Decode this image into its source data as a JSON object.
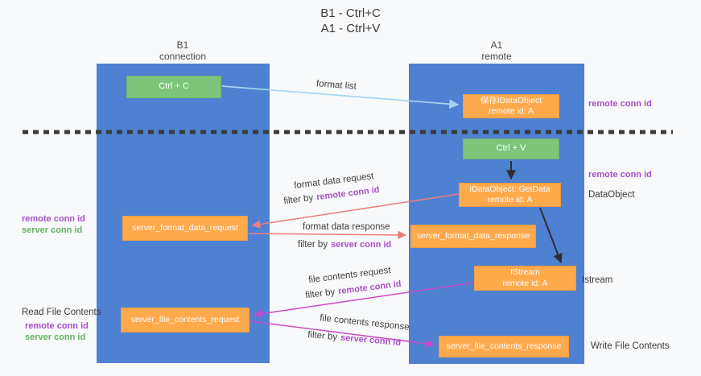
{
  "title": {
    "line1": "B1 - Ctrl+C",
    "line2": "A1 - Ctrl+V"
  },
  "columns": {
    "left": {
      "name": "B1",
      "role": "connection"
    },
    "right": {
      "name": "A1",
      "role": "remote"
    }
  },
  "nodes": {
    "ctrl_c": {
      "label": "Ctrl + C"
    },
    "save_dataobject": {
      "line1": "保存IDataObject",
      "line2": "remote id: A"
    },
    "ctrl_v": {
      "label": "Ctrl + V"
    },
    "getdata": {
      "line1": "IDataObject::GetData",
      "line2": "remote id: A"
    },
    "format_request": {
      "label": "server_format_data_request"
    },
    "format_response": {
      "label": "server_format_data_response"
    },
    "istream": {
      "line1": "IStream",
      "line2": "remote id: A"
    },
    "file_request": {
      "label": "server_file_contents_request"
    },
    "file_response": {
      "label": "server_file_contents_response"
    }
  },
  "edge_labels": {
    "format_list": "format list",
    "format_data_request": "format data request",
    "format_data_response": "format data response",
    "file_contents_request": "file contents request",
    "file_contents_response": "file contents response",
    "filter_by": "filter by",
    "remote_conn_id": "remote conn id",
    "server_conn_id": "server conn id"
  },
  "margin_labels": {
    "left": {
      "remote_conn_id": "remote conn id",
      "server_conn_id": "server conn id",
      "read_file_contents": "Read File Contents",
      "remote_conn_id2": "remote conn id",
      "server_conn_id2": "server conn id"
    },
    "right": {
      "remote_conn_id_top": "remote conn id",
      "remote_conn_id_mid": "remote conn id",
      "dataobject": "DataObject",
      "istream": "Istream",
      "write_file_contents": "Write File Contents"
    }
  },
  "colors": {
    "column_blue": "#4e81d2",
    "box_orange": "#ffa94d",
    "box_green": "#7cc57a",
    "arrow_salmon": "#ec7c7c",
    "arrow_magenta": "#ca4bca",
    "arrow_lightblue": "#a5d3f0",
    "arrow_black": "#2f2f2f",
    "text_purple": "#a84fc7",
    "text_green": "#63b163"
  }
}
